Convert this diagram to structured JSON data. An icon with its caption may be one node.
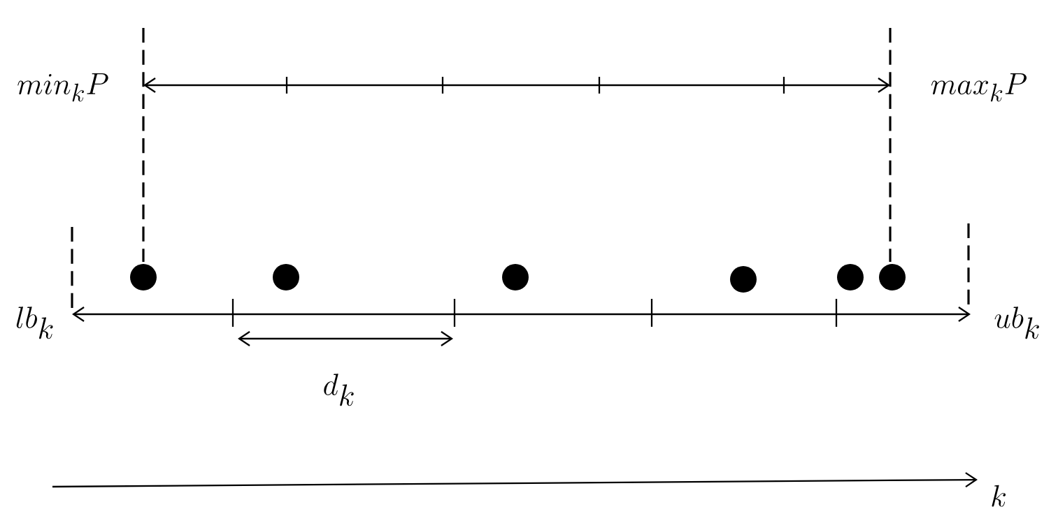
{
  "diagram": {
    "labels": [
      "min_k P",
      "max_k P",
      "lb_k",
      "ub_k",
      "d_k",
      "k"
    ]
  }
}
